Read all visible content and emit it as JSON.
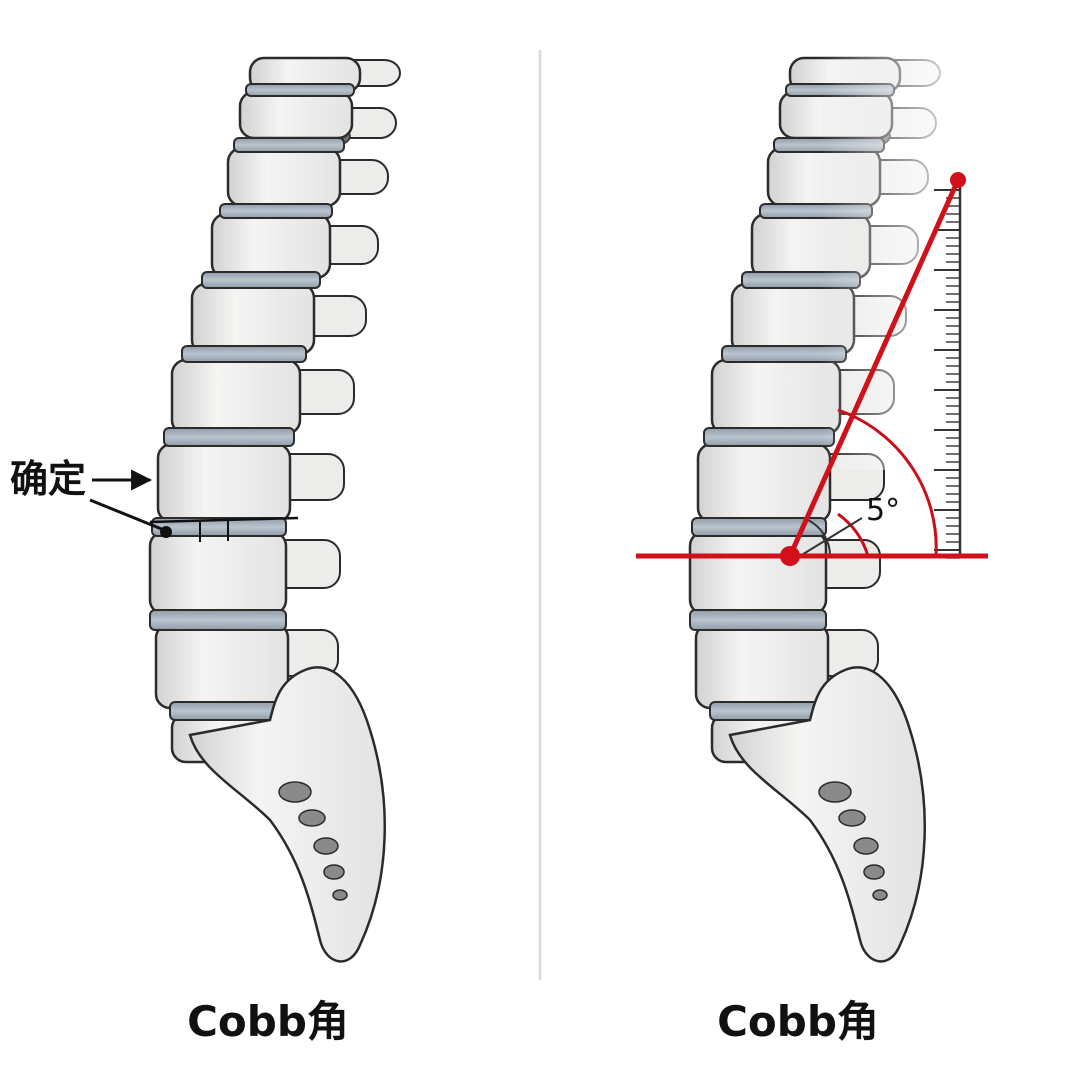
{
  "captions": {
    "left": "Cobb角",
    "right": "Cobb角"
  },
  "left_panel": {
    "annotation": "确定"
  },
  "right_panel": {
    "angle_label": "5°"
  },
  "colors": {
    "bone": "#f1f1f0",
    "bone_shadow": "#c9c9c9",
    "bone_outline": "#2b2b2b",
    "disc": "#aab6c2",
    "disc_dark": "#7f8c98",
    "measure_red": "#d0101b",
    "divider": "#d9d9d9",
    "text": "#111111"
  }
}
